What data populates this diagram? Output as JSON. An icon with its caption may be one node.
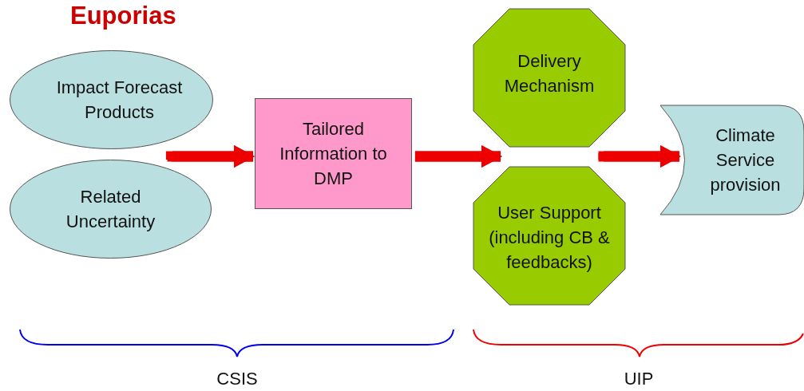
{
  "diagram": {
    "title": "Euporias",
    "nodes": [
      {
        "text": [
          "Impact Forecast Products"
        ]
      },
      {
        "text": [
          "Related Uncertainty"
        ]
      },
      {
        "text": [
          "Tailored Information to DMP"
        ]
      },
      {
        "text": [
          "Delivery Mechanism"
        ]
      },
      {
        "text": [
          "User Support (including CB & feedbacks)"
        ]
      },
      {
        "text": [
          "Climate Service provision"
        ]
      }
    ],
    "edges": [
      {
        "from": 0,
        "to": 2,
        "arrow": "to"
      },
      {
        "from": 1,
        "to": 2,
        "arrow": "to"
      },
      {
        "from": 2,
        "to": 3,
        "arrow": "to"
      },
      {
        "from": 2,
        "to": 4,
        "arrow": "to"
      },
      {
        "from": 3,
        "to": 5,
        "arrow": "to"
      },
      {
        "from": 4,
        "to": 5,
        "arrow": "to"
      }
    ],
    "labels": [
      "CSIS",
      "UIP"
    ]
  }
}
